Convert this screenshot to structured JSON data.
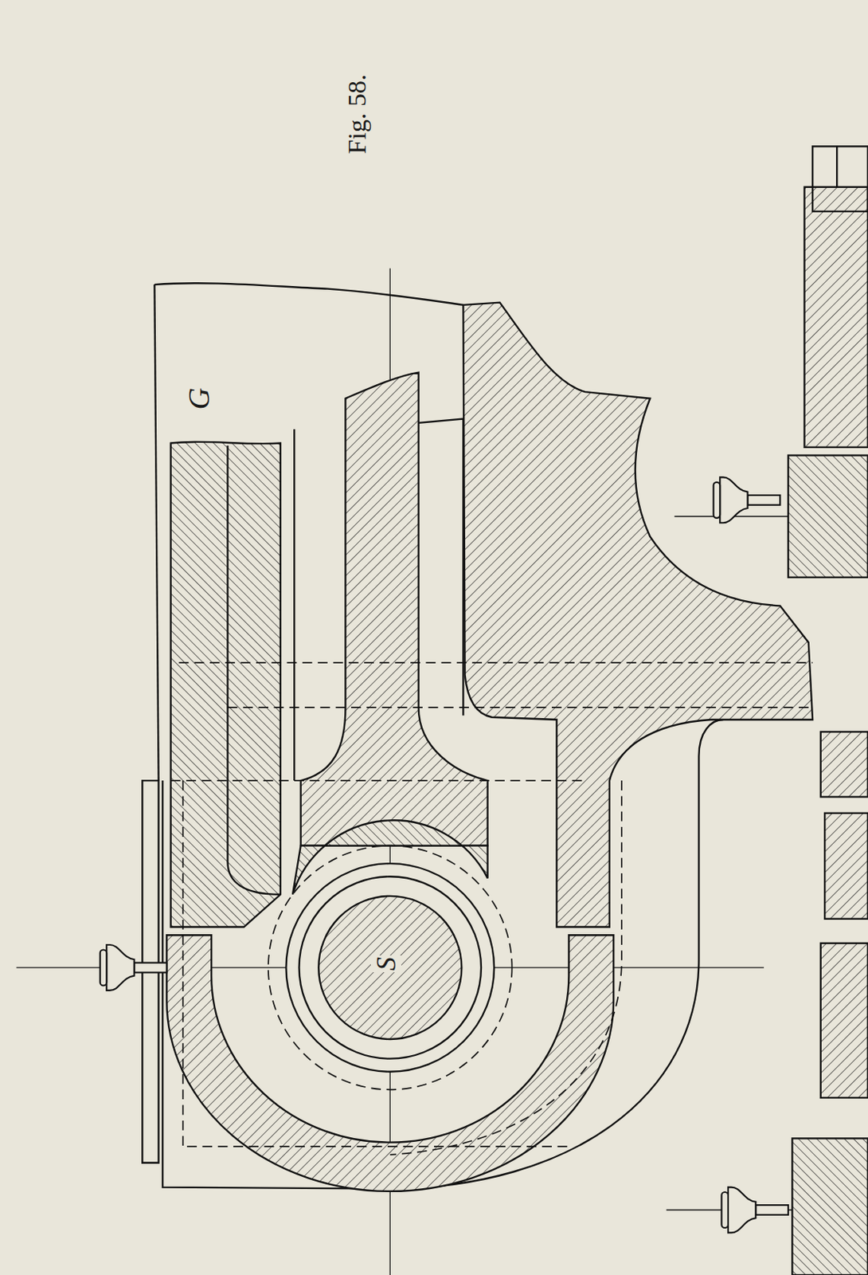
{
  "diagram": {
    "caption": "Fig. 58.",
    "labels": [
      "G",
      "S"
    ]
  }
}
